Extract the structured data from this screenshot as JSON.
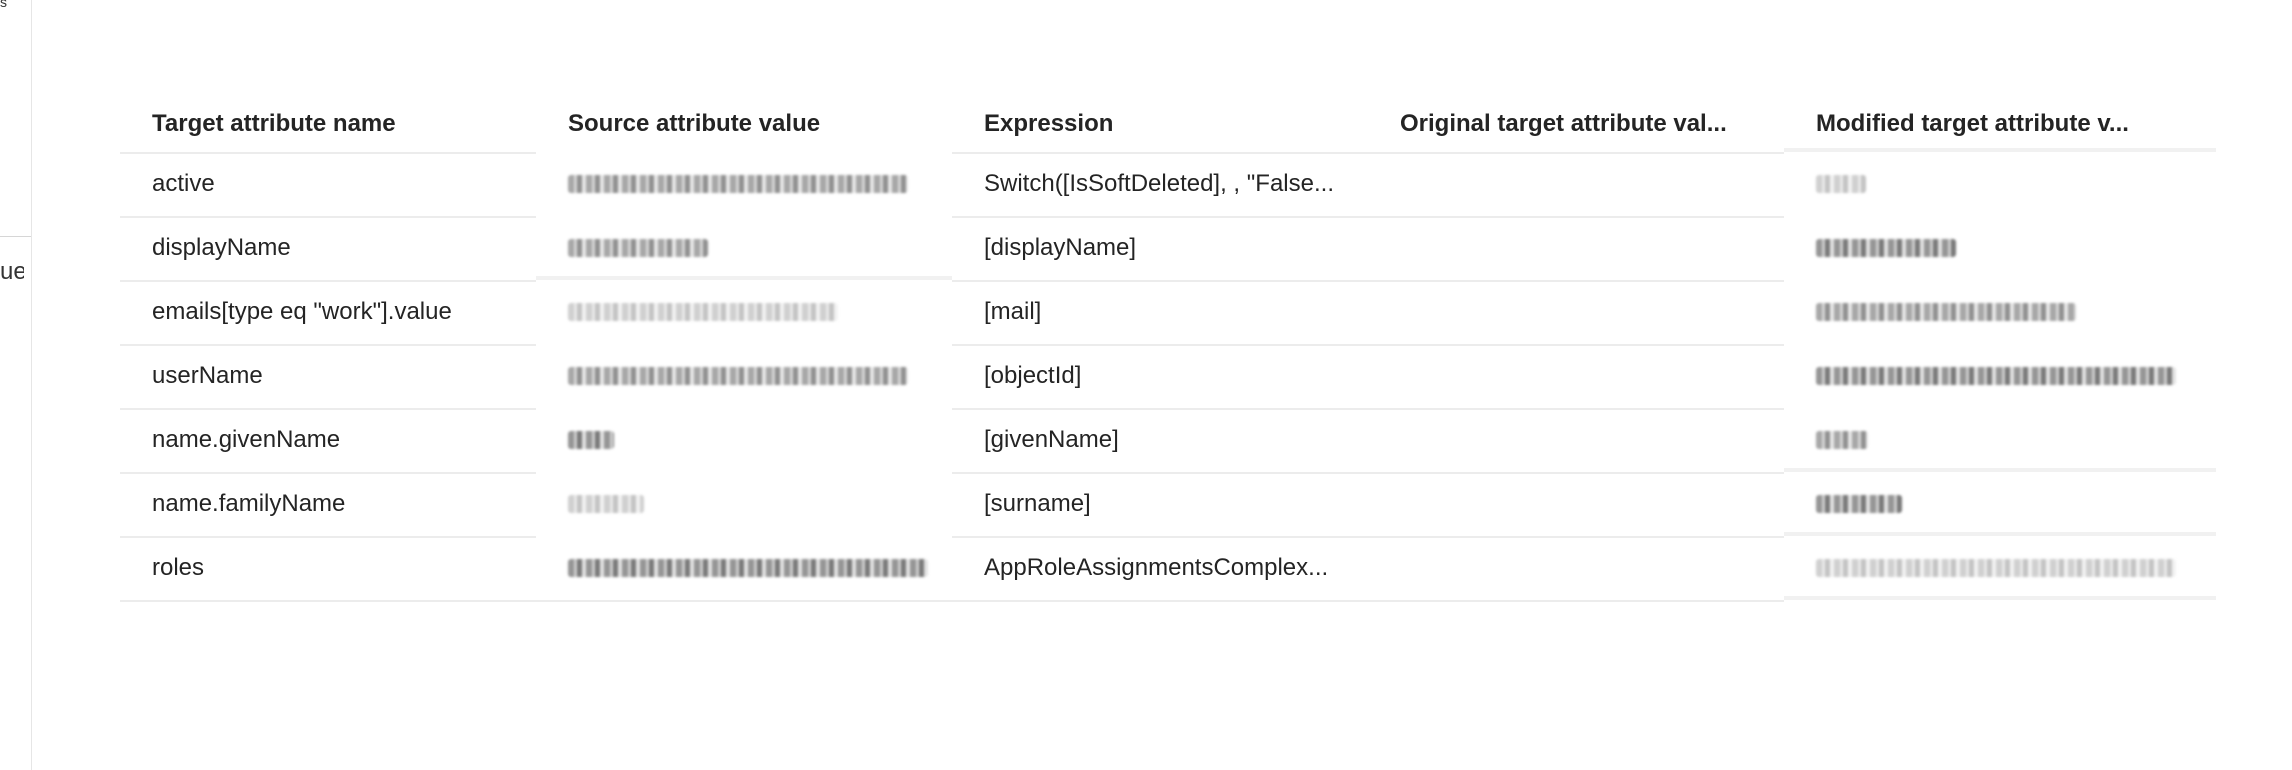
{
  "table": {
    "columns": [
      "Target attribute name",
      "Source attribute value",
      "Expression",
      "Original target attribute val...",
      "Modified target attribute v..."
    ],
    "rows": [
      {
        "target_attribute_name": "active",
        "expression": "Switch([IsSoftDeleted], , \"False..."
      },
      {
        "target_attribute_name": "displayName",
        "expression": "[displayName]"
      },
      {
        "target_attribute_name": "emails[type eq \"work\"].value",
        "expression": "[mail]"
      },
      {
        "target_attribute_name": "userName",
        "expression": "[objectId]"
      },
      {
        "target_attribute_name": "name.givenName",
        "expression": "[givenName]"
      },
      {
        "target_attribute_name": "name.familyName",
        "expression": "[surname]"
      },
      {
        "target_attribute_name": "roles",
        "expression": "AppRoleAssignmentsComplex..."
      }
    ]
  },
  "left_panel_fragment": {
    "top_glyph": "s",
    "mid_text": "ues"
  }
}
